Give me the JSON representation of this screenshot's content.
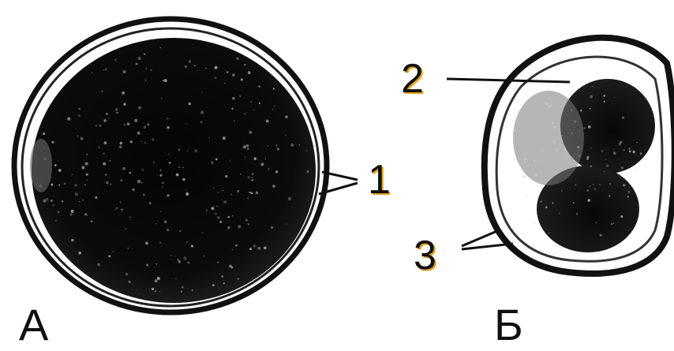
{
  "figures": [
    {
      "id": "A",
      "caption": "А"
    },
    {
      "id": "B",
      "caption": "Б"
    }
  ],
  "callouts": [
    {
      "id": "1",
      "text": "1"
    },
    {
      "id": "2",
      "text": "2"
    },
    {
      "id": "3",
      "text": "3"
    }
  ],
  "colors": {
    "ink": "#111111",
    "label_shadow": "#e0a020",
    "background": "#ffffff"
  }
}
